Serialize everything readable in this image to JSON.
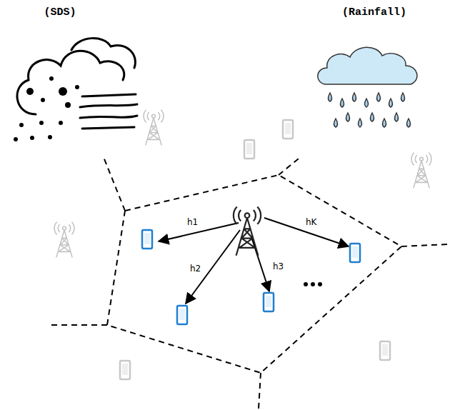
{
  "diagram": {
    "labels": [
      "(SDS)",
      "(Rainfall)",
      "h1",
      "h2",
      "h3",
      "hK"
    ]
  }
}
